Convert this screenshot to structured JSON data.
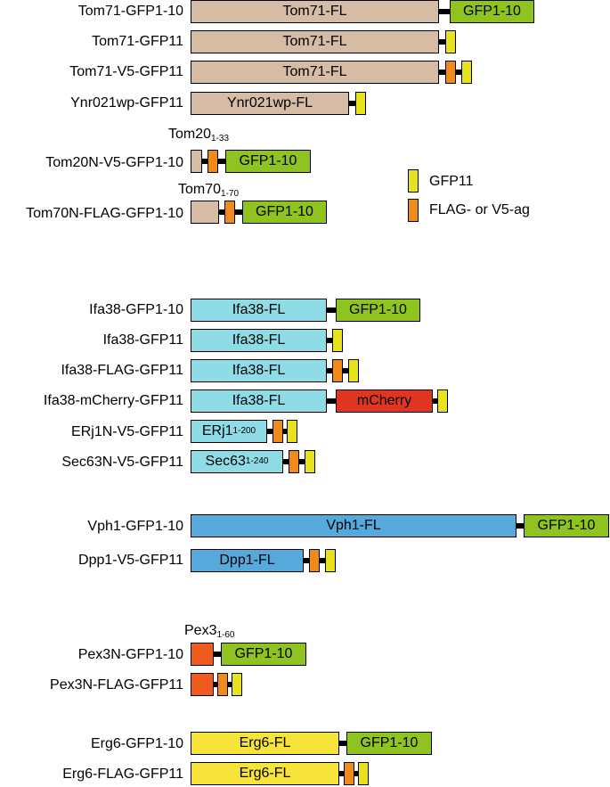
{
  "colors": {
    "outer_mito": "#d6bba5",
    "er": "#8fdce6",
    "vacuole": "#55a9db",
    "peroxisome": "#ef5b1e",
    "lipid_droplet": "#f6e43a",
    "gfp1_10": "#8fc320",
    "gfp11": "#e8e21e",
    "tag": "#f08a1c",
    "mcherry": "#e03520"
  },
  "constructs": [
    {
      "id": "tom71-gfp1-10",
      "name": "Tom71-GFP1-10",
      "domain_text": "Tom71-FL",
      "gfp_text": "GFP1-10"
    },
    {
      "id": "tom71-gfp11",
      "name": "Tom71-GFP11",
      "domain_text": "Tom71-FL"
    },
    {
      "id": "tom71-v5-gfp11",
      "name": "Tom71-V5-GFP11",
      "domain_text": "Tom71-FL"
    },
    {
      "id": "ynr021wp-gfp11",
      "name": "Ynr021wp-GFP11",
      "domain_text": "Ynr021wp-FL"
    },
    {
      "id": "tom20n-v5-gfp1-10",
      "name": "Tom20N-V5-GFP1-10",
      "gfp_text": "GFP1-10",
      "fragment_name": "Tom20",
      "fragment_range": "1-33"
    },
    {
      "id": "tom70n-flag-gfp1-10",
      "name": "Tom70N-FLAG-GFP1-10",
      "gfp_text": "GFP1-10",
      "fragment_name": "Tom70",
      "fragment_range": "1-70"
    },
    {
      "id": "ifa38-gfp1-10",
      "name": "Ifa38-GFP1-10",
      "domain_text": "Ifa38-FL",
      "gfp_text": "GFP1-10"
    },
    {
      "id": "ifa38-gfp11",
      "name": "Ifa38-GFP11",
      "domain_text": "Ifa38-FL"
    },
    {
      "id": "ifa38-flag-gfp11",
      "name": "Ifa38-FLAG-GFP11",
      "domain_text": "Ifa38-FL"
    },
    {
      "id": "ifa38-mcherry-gfp11",
      "name": "Ifa38-mCherry-GFP11",
      "domain_text": "Ifa38-FL",
      "mcherry_text": "mCherry"
    },
    {
      "id": "erj1n-v5-gfp11",
      "name": "ERj1N-V5-GFP11",
      "domain_text": "ERj1",
      "domain_range": "1-200"
    },
    {
      "id": "sec63n-v5-gfp11",
      "name": "Sec63N-V5-GFP11",
      "domain_text": "Sec63",
      "domain_range": "1-240"
    },
    {
      "id": "vph1-gfp1-10",
      "name": "Vph1-GFP1-10",
      "domain_text": "Vph1-FL",
      "gfp_text": "GFP1-10"
    },
    {
      "id": "dpp1-v5-gfp11",
      "name": "Dpp1-V5-GFP11",
      "domain_text": "Dpp1-FL"
    },
    {
      "id": "pex3n-gfp1-10",
      "name": "Pex3N-GFP1-10",
      "gfp_text": "GFP1-10",
      "fragment_name": "Pex3",
      "fragment_range": "1-60"
    },
    {
      "id": "pex3n-flag-gfp11",
      "name": "Pex3N-FLAG-GFP11"
    },
    {
      "id": "erg6-gfp1-10",
      "name": "Erg6-GFP1-10",
      "domain_text": "Erg6-FL",
      "gfp_text": "GFP1-10"
    },
    {
      "id": "erg6-flag-gfp11",
      "name": "Erg6-FLAG-GFP11",
      "domain_text": "Erg6-FL"
    }
  ],
  "legend": {
    "gfp11_label": "GFP11",
    "tag_label": "FLAG- or V5-ag"
  }
}
